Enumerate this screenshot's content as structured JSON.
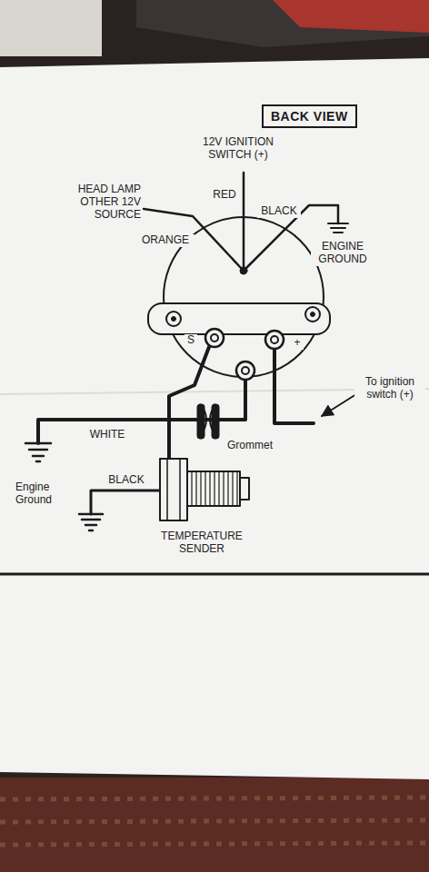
{
  "diagram": {
    "nodes": [
      {
        "text": [
          "BACK VIEW"
        ]
      }
    ],
    "labels": [
      "12V IGNITION SWITCH (+)",
      "RED",
      "BLACK",
      "HEAD LAMP OTHER 12V SOURCE",
      "ORANGE",
      "ENGINE GROUND",
      "S",
      "+",
      "To ignition switch (+)",
      "WHITE",
      "Grommet",
      "Engine Ground",
      "BLACK",
      "TEMPERATURE SENDER"
    ]
  }
}
